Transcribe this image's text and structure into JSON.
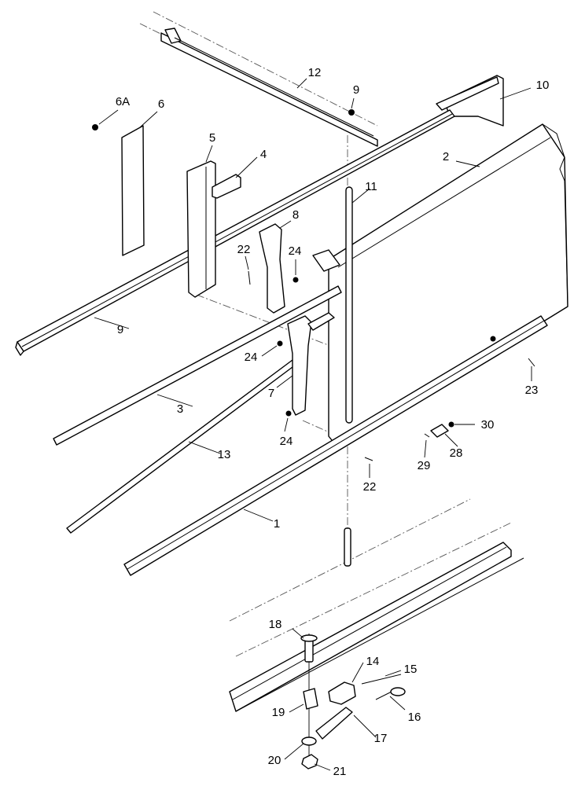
{
  "diagram": {
    "callouts": {
      "c1": "1",
      "c2": "2",
      "c3": "3",
      "c4": "4",
      "c5": "5",
      "c6": "6",
      "c6a": "6A",
      "c7": "7",
      "c8": "8",
      "c9a": "9",
      "c9b": "9",
      "c10": "10",
      "c11": "11",
      "c12": "12",
      "c13": "13",
      "c14": "14",
      "c15": "15",
      "c16": "16",
      "c17": "17",
      "c18": "18",
      "c19": "19",
      "c20": "20",
      "c21": "21",
      "c22a": "22",
      "c22b": "22",
      "c23": "23",
      "c24a": "24",
      "c24b": "24",
      "c24c": "24",
      "c28": "28",
      "c29": "29",
      "c30": "30"
    }
  }
}
